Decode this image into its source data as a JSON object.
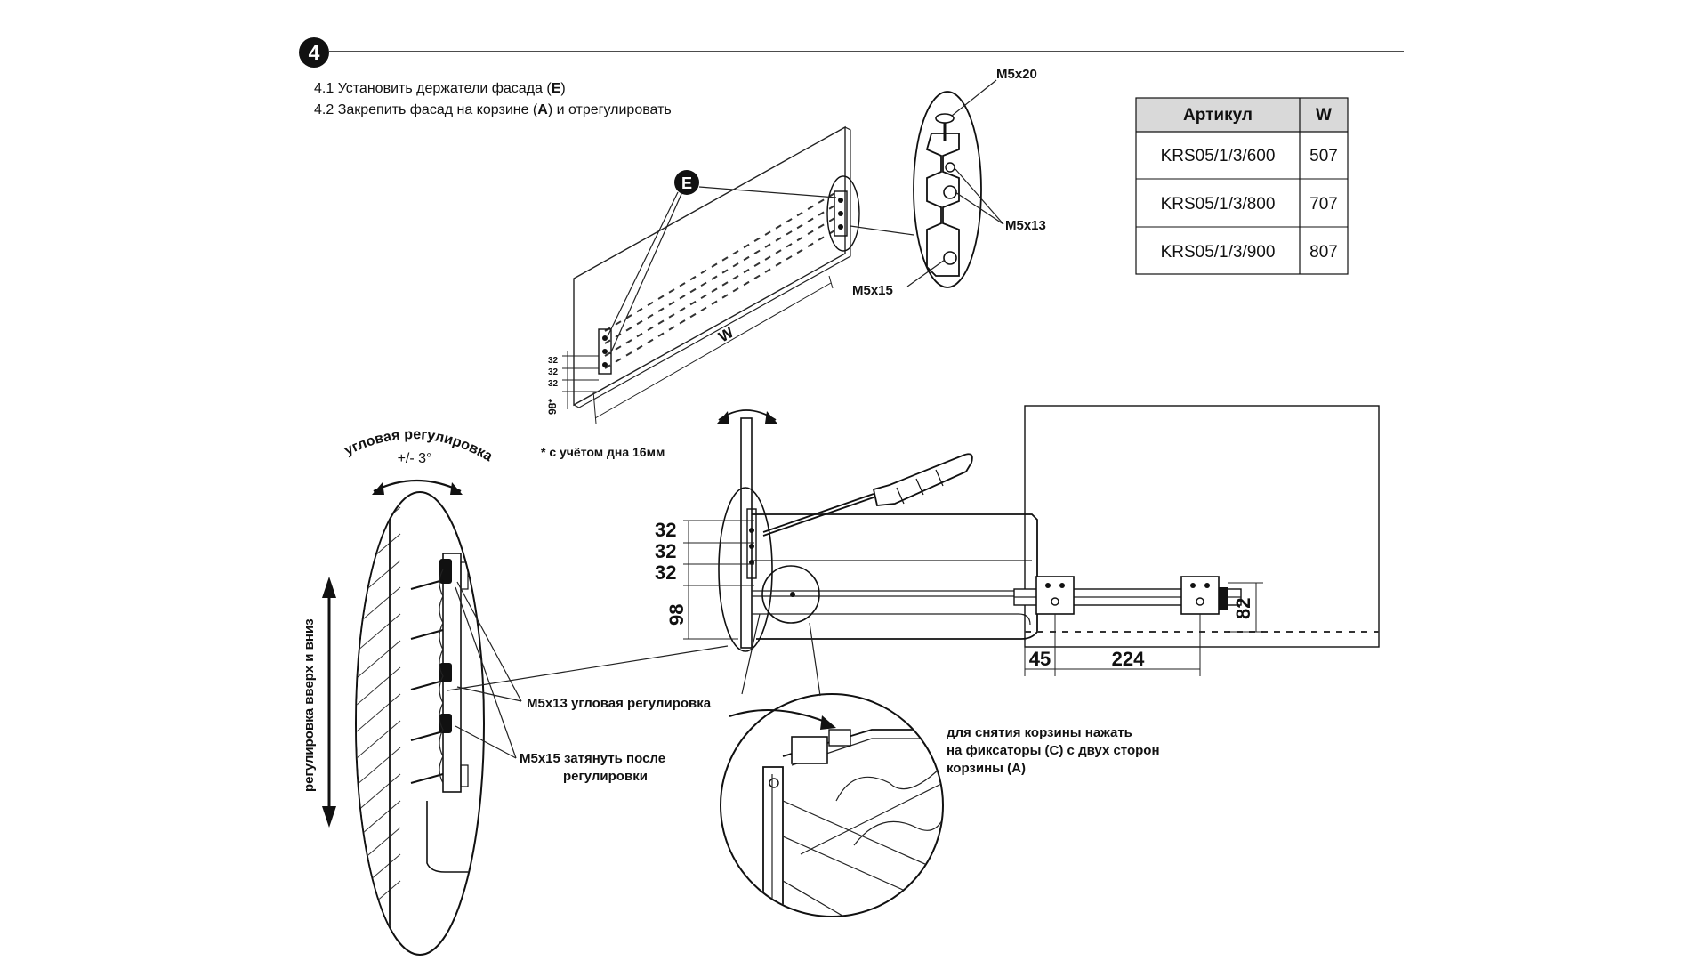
{
  "step": {
    "number": "4",
    "line1": "4.1 Установить держатели фасада (",
    "line1_bold": "E",
    "line1_end": ")",
    "line2": "4.2 Закрепить фасад на корзине (",
    "line2_bold": "A",
    "line2_end": ") и отрегулировать"
  },
  "table": {
    "headers": [
      "Артикул",
      "W"
    ],
    "rows": [
      [
        "KRS05/1/3/600",
        "507"
      ],
      [
        "KRS05/1/3/800",
        "707"
      ],
      [
        "KRS05/1/3/900",
        "807"
      ]
    ],
    "header_bg": "#d9d9d9"
  },
  "panel_drawing": {
    "callout_letter": "E",
    "width_label": "W",
    "spacing_labels": [
      "32",
      "32",
      "32"
    ],
    "height_label": "98*",
    "footnote": "*  с  учётом  дна  16мм"
  },
  "bracket_detail": {
    "screw_top": "M5x20",
    "screw_mid": "M5x13",
    "screw_bottom": "M5x15"
  },
  "left_detail": {
    "angle_title": "угловая регулировка",
    "angle_value": "+/- 3°",
    "vertical_label": "регулировка вверх и вниз",
    "m5x13_note": "M5x13 угловая регулировка",
    "m5x15_note_1": "M5x15 затянуть после",
    "m5x15_note_2": "регулировки"
  },
  "side_view": {
    "spacing_labels": [
      "32",
      "32",
      "32"
    ],
    "height_label": "98"
  },
  "runner_view": {
    "dim_45": "45",
    "dim_224": "224",
    "dim_82": "82"
  },
  "removal_note": {
    "line1": "для снятия корзины нажать",
    "line2": "на фиксаторы (",
    "line2_bold": "C",
    "line2_end": ") с двух сторон",
    "line3": "корзины (",
    "line3_bold": "A",
    "line3_end": ")"
  }
}
